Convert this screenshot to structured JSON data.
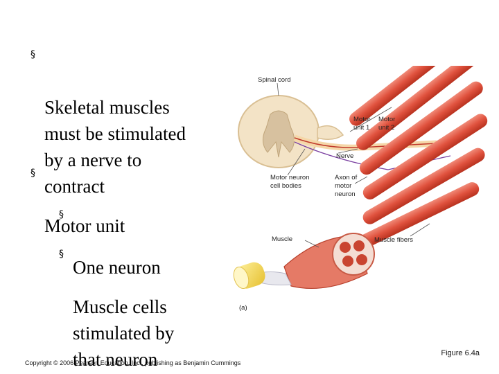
{
  "bullets": {
    "b1": "Skeletal muscles\nmust be stimulated\nby a nerve to\ncontract",
    "b2": "Motor unit",
    "b2_1": "One neuron",
    "b2_2": "Muscle cells\nstimulated by\nthat neuron",
    "marker": "§"
  },
  "figure": {
    "spinal_cord": "Spinal cord",
    "motor_unit_1_a": "Motor",
    "motor_unit_1_b": "unit 1",
    "motor_unit_2_a": "Motor",
    "motor_unit_2_b": "unit 2",
    "nerve": "Nerve",
    "motor_neuron_a": "Motor neuron",
    "motor_neuron_b": "cell bodies",
    "axon_a": "Axon of",
    "axon_b": "motor",
    "axon_c": "neuron",
    "muscle": "Muscle",
    "muscle_fibers": "Muscle fibers",
    "panel": "(a)"
  },
  "footer": {
    "copyright": "Copyright © 2006 Pearson Education, Inc., publishing as Benjamin Cummings",
    "figure_label": "Figure 6.4a"
  }
}
